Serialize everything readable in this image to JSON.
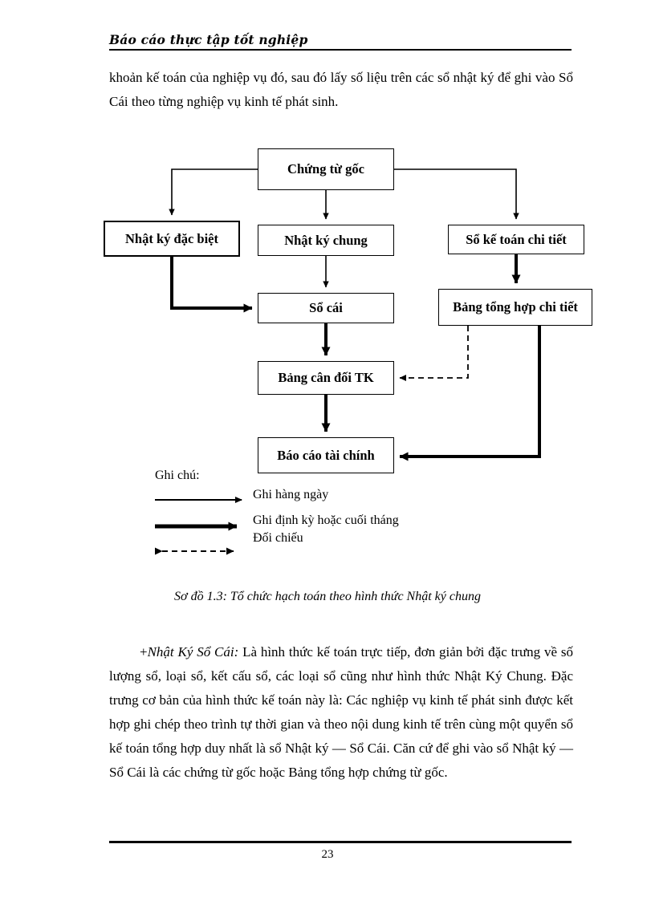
{
  "header": {
    "title": "Báo cáo thực tập tốt nghiệp"
  },
  "top_paragraph": {
    "text": "khoản kế toán của nghiệp vụ đó, sau đó lấy số liệu trên các sổ nhật ký để ghi vào Sổ Cái theo từng nghiệp vụ kinh tế phát sinh."
  },
  "diagram": {
    "nodes": {
      "chung_tu_goc": "Chứng từ gốc",
      "nhat_ky_dac_biet": "Nhật ký đặc biệt",
      "nhat_ky_chung": "Nhật ký chung",
      "so_ke_toan_chi_tiet": "Sổ kế toán chi tiết",
      "so_cai": "Sổ cái",
      "bang_tong_hop_chi_tiet": "Bảng tổng hợp chi tiết",
      "bang_can_doi_tk": "Bảng cân đối TK",
      "bao_cao_tai_chinh": "Báo cáo tài chính"
    },
    "legend": {
      "title": "Ghi chú:",
      "items": [
        {
          "style": "thin-arrow",
          "label": "Ghi hàng ngày"
        },
        {
          "style": "thick-arrow",
          "label": "Ghi định kỳ hoặc cuối tháng"
        },
        {
          "style": "dashed-double-arrow",
          "label": "Đối chiếu"
        }
      ]
    },
    "line_color": "#000000"
  },
  "caption": {
    "text": "Sơ đồ 1.3: Tổ chức hạch toán theo hình thức Nhật ký chung"
  },
  "bottom_paragraph": {
    "lead_plus": "+",
    "lead_italic": "Nhật Ký Sổ Cái:",
    "rest": " Là hình thức kế toán trực tiếp, đơn giản bởi đặc trưng về số lượng sổ, loại sổ, kết cấu sổ, các loại sổ cũng như  hình thức Nhật Ký Chung. Đặc trưng cơ bản của hình thức kế toán này là: Các nghiệp vụ kinh tế phát sinh được kết hợp ghi chép theo trình tự thời gian và theo nội dung kinh tế trên cùng một quyển sổ kế toán tổng hợp duy nhất là sổ Nhật ký — Sổ Cái. Căn cứ để ghi vào sổ Nhật ký — Sổ Cái là các chứng từ gốc hoặc Bảng tổng hợp chứng từ gốc."
  },
  "footer": {
    "page_number": "23"
  }
}
